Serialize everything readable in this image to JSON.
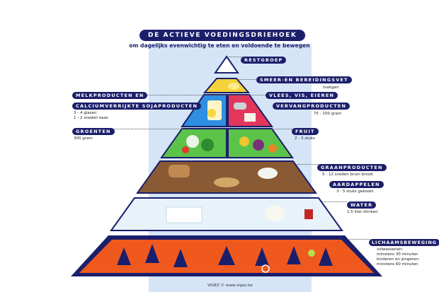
{
  "title": "DE ACTIEVE VOEDINGSDRIEHOEK",
  "subtitle": "om dagelijks evenwichtig te eten en voldoende te bewegen",
  "groups": {
    "restgroep": {
      "label": "RESTGROEP"
    },
    "fats": {
      "label": "SMEER-EN BEREIDINGSVET",
      "amount": "matigen"
    },
    "dairy": {
      "label_1": "MELKPRODUCTEN EN",
      "label_2": "CALCIUMVERRIJKTE SOJAPRODUCTEN",
      "amount_1": "3 - 4 glazen",
      "amount_2": "1 - 2 sneden kaas"
    },
    "meat": {
      "label_1": "VLEES, VIS, EIEREN",
      "label_2": "VERVANGPRODUCTEN",
      "amount": "75 - 100 gram"
    },
    "vegetables": {
      "label": "GROENTEN",
      "amount": "300 gram"
    },
    "fruit": {
      "label": "FRUIT",
      "amount": "2 - 3 stuks"
    },
    "grains": {
      "label": "GRAANPRODUCTEN",
      "amount": "5 - 12 sneden bruin brood"
    },
    "potatoes": {
      "label": "AARDAPPELEN",
      "amount": "3 - 5 stuks gekookt"
    },
    "water": {
      "label": "WATER",
      "amount": "1,5 liter drinken"
    },
    "exercise": {
      "label": "LICHAAMSBEWEGING",
      "line_1": "volwassenen:",
      "line_2": "minstens 30 minuten",
      "line_3": "kinderen en jongeren:",
      "line_4": "minstens 60 minuten"
    }
  },
  "footer": "VIGEZ © www.vigez.be",
  "colors": {
    "navy": "#1b1f6b",
    "background_blue": "#d5e5f7",
    "fats": "#f4d23a",
    "dairy": "#2f8fe0",
    "meat": "#e2375a",
    "vegetables": "#5cc34a",
    "grains": "#8a5a34",
    "water": "#e8f2fb",
    "exercise": "#f0591e"
  }
}
